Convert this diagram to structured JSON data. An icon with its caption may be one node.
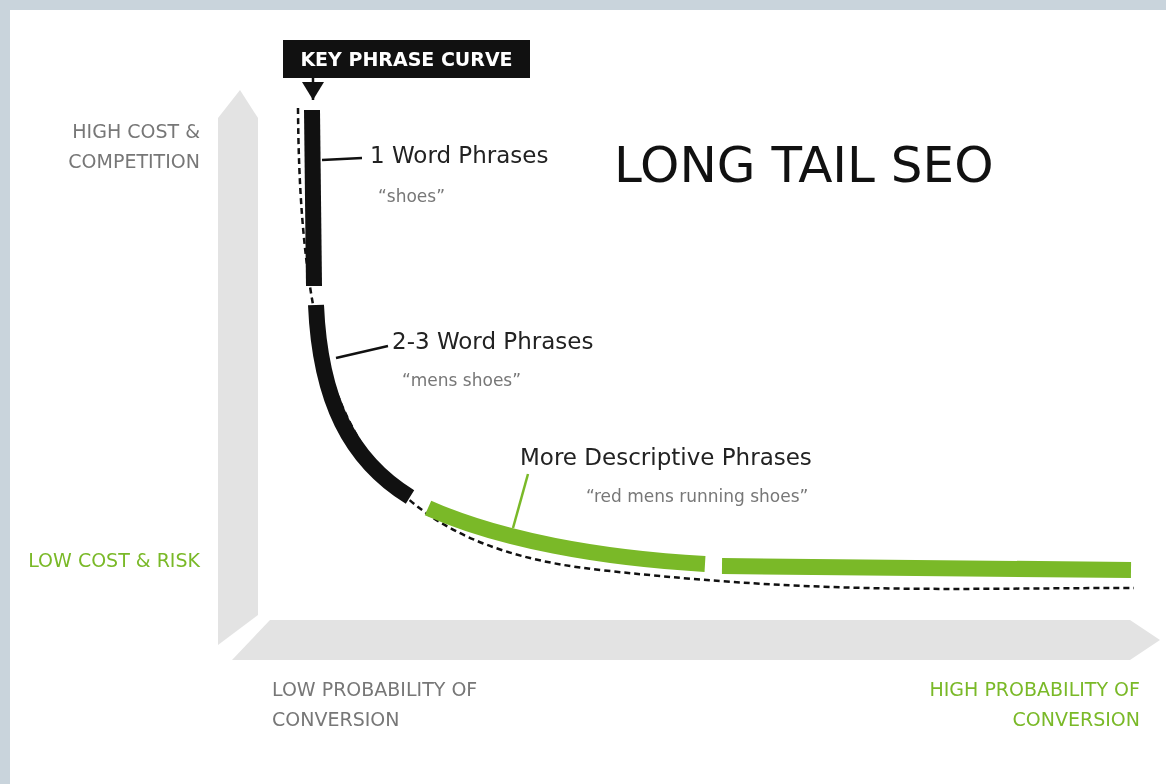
{
  "diagram": {
    "title": "LONG TAIL SEO",
    "nodes": [
      {
        "text": [
          "KEY PHRASE CURVE"
        ]
      },
      {
        "text": [
          "1 Word Phrases",
          "“shoes”"
        ]
      },
      {
        "text": [],
        "shape": "bar"
      },
      {
        "text": [
          "2-3 Word Phrases",
          "“mens shoes”"
        ]
      },
      {
        "text": [],
        "shape": "bar"
      },
      {
        "text": [
          "More Descriptive Phrases",
          "“red mens running shoes”"
        ]
      },
      {
        "text": [],
        "shape": "bar"
      },
      {
        "text": [],
        "shape": "bar"
      }
    ],
    "edges": [
      {
        "from": 1,
        "to": 2,
        "arrow": "none"
      },
      {
        "from": 3,
        "to": 4,
        "arrow": "none"
      },
      {
        "from": 5,
        "to": 6,
        "arrow": "none",
        "color": "#7ab928"
      },
      {
        "from": 0,
        "to": 2,
        "arrow": "to"
      }
    ],
    "labels": [
      "HIGH COST & COMPETITION",
      "LOW COST & RISK",
      "LOW PROBABILITY OF CONVERSION",
      "HIGH PROBABILITY OF CONVERSION"
    ]
  }
}
